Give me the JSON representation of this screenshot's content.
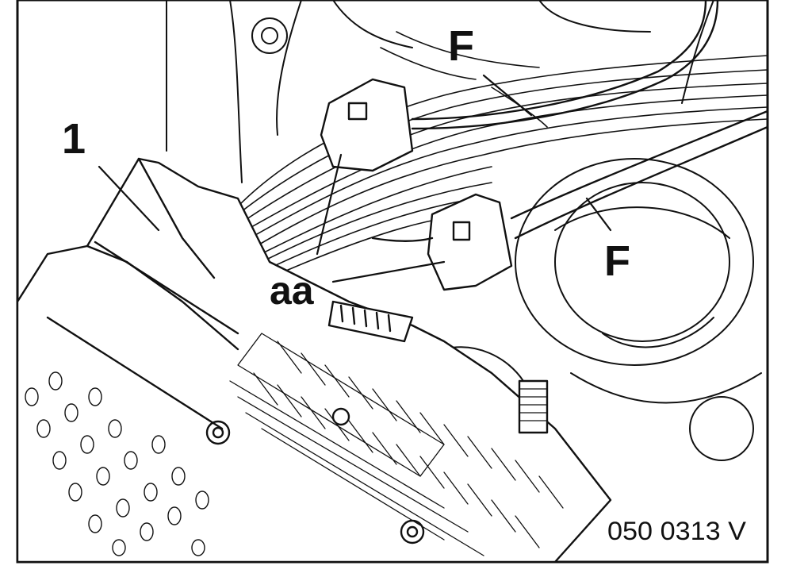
{
  "labels": {
    "item_1": "1",
    "item_f_top": "F",
    "item_f_right": "F",
    "item_aa": "aa"
  },
  "reference_code": "050 0313 V",
  "colors": {
    "ink": "#111111",
    "paper": "#ffffff"
  }
}
